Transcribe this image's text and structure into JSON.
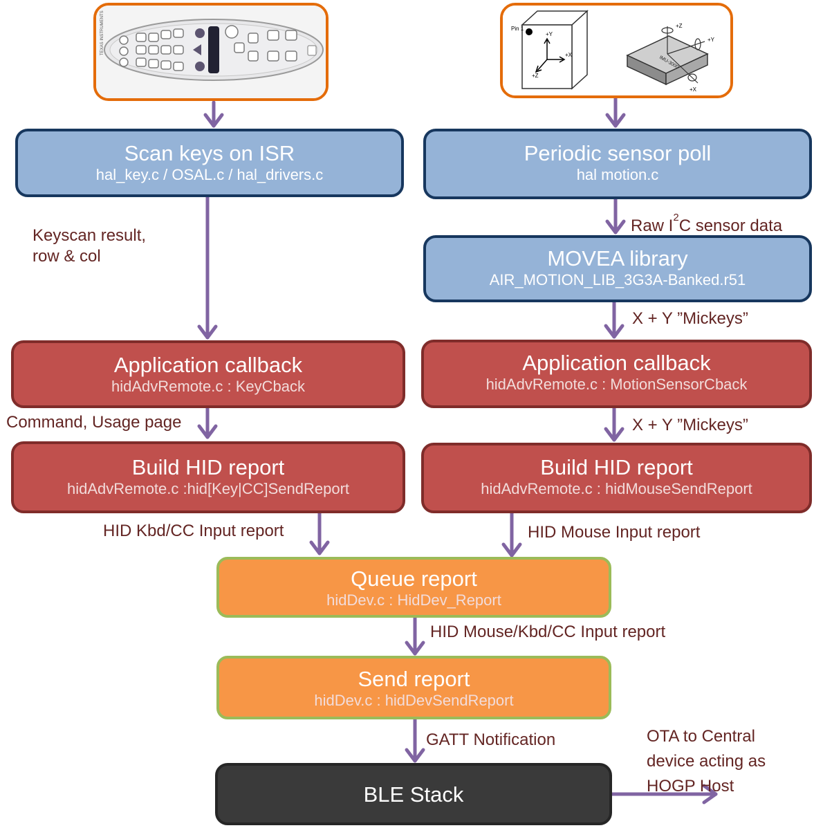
{
  "images": {
    "remote": {
      "description_icon": "remote-control-image"
    },
    "sensor": {
      "pin_label": "Pin 1",
      "axis_plus_y": "+Y",
      "axis_plus_x": "+X",
      "axis_plus_z": "+Z",
      "chip_label": "IMU-3000"
    }
  },
  "left": {
    "scan": {
      "title": "Scan keys on ISR",
      "sub": "hal_key.c / OSAL.c / hal_drivers.c"
    },
    "keyscan_label_line1": "Keyscan result,",
    "keyscan_label_line2": "row & col",
    "callback": {
      "title": "Application callback",
      "sub": "hidAdvRemote.c : KeyCback"
    },
    "command_label": "Command, Usage page",
    "build": {
      "title": "Build HID report",
      "sub": "hidAdvRemote.c :hid[Key|CC]SendReport"
    },
    "input_label": "HID Kbd/CC Input report"
  },
  "right": {
    "poll": {
      "title": "Periodic sensor poll",
      "sub": "hal  motion.c"
    },
    "raw_label_pre": "Raw I",
    "raw_label_sup": "2",
    "raw_label_post": "C sensor data",
    "movea": {
      "title": "MOVEA library",
      "sub": "AIR_MOTION_LIB_3G3A-Banked.r51"
    },
    "mickeys_label_1": "X + Y ”Mickeys”",
    "callback": {
      "title": "Application callback",
      "sub": "hidAdvRemote.c : MotionSensorCback"
    },
    "mickeys_label_2": "X + Y ”Mickeys”",
    "build": {
      "title": "Build HID report",
      "sub": "hidAdvRemote.c : hidMouseSendReport"
    },
    "input_label": "HID Mouse Input report"
  },
  "center": {
    "queue": {
      "title": "Queue report",
      "sub": "hidDev.c : HidDev_Report"
    },
    "combined_label": "HID Mouse/Kbd/CC Input report",
    "send": {
      "title": "Send report",
      "sub": "hidDev.c : hidDevSendReport"
    },
    "gatt_label": "GATT Notification",
    "ble": {
      "title": "BLE Stack"
    },
    "ota_line1": "OTA to Central",
    "ota_line2": "device acting as",
    "ota_line3": "HOGP Host"
  },
  "colors": {
    "arrow": "#8064a2",
    "blue_fill": "#95b3d7",
    "red_fill": "#c0504d",
    "orange_fill": "#f79646",
    "dark_fill": "#3a3a3a",
    "label_text": "#632523"
  }
}
